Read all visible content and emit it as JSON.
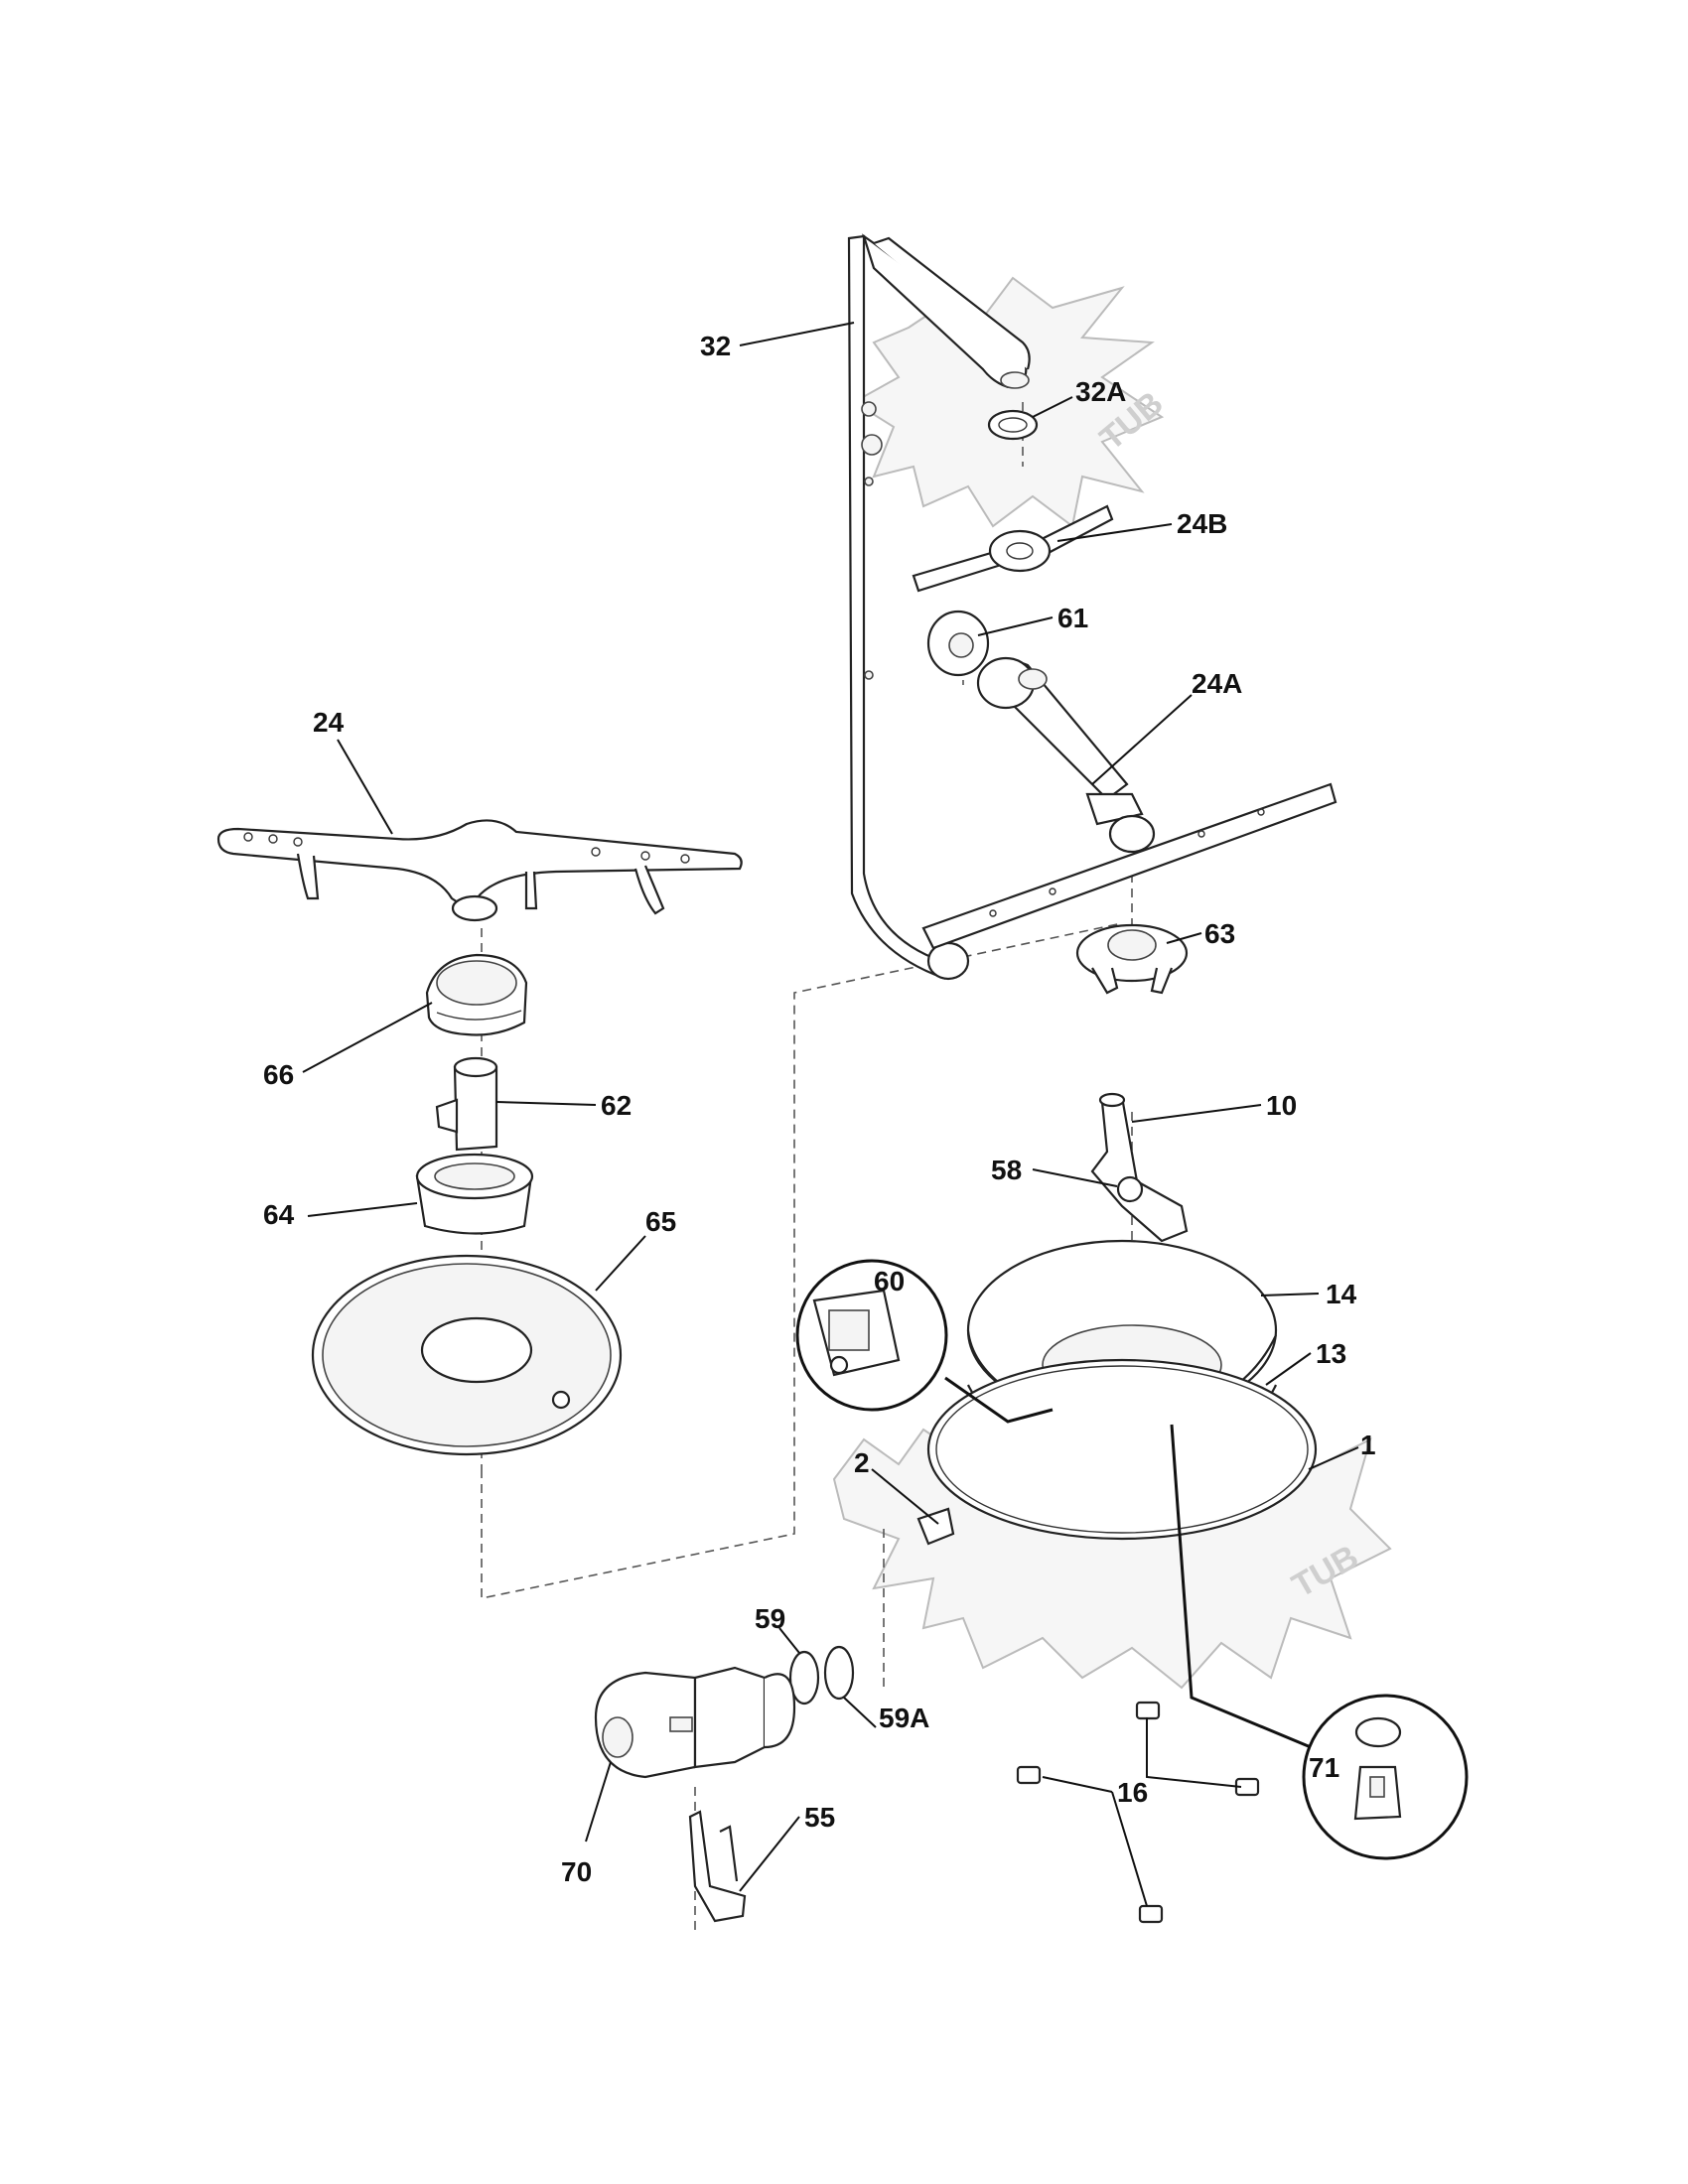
{
  "tub_labels": [
    "TUB",
    "TUB"
  ],
  "callouts": [
    {
      "id": "32",
      "text": "32"
    },
    {
      "id": "32A",
      "text": "32A"
    },
    {
      "id": "24B",
      "text": "24B"
    },
    {
      "id": "61",
      "text": "61"
    },
    {
      "id": "24A",
      "text": "24A"
    },
    {
      "id": "24",
      "text": "24"
    },
    {
      "id": "63",
      "text": "63"
    },
    {
      "id": "66",
      "text": "66"
    },
    {
      "id": "62",
      "text": "62"
    },
    {
      "id": "10",
      "text": "10"
    },
    {
      "id": "58",
      "text": "58"
    },
    {
      "id": "64",
      "text": "64"
    },
    {
      "id": "65",
      "text": "65"
    },
    {
      "id": "60",
      "text": "60"
    },
    {
      "id": "14",
      "text": "14"
    },
    {
      "id": "13",
      "text": "13"
    },
    {
      "id": "1",
      "text": "1"
    },
    {
      "id": "2",
      "text": "2"
    },
    {
      "id": "59",
      "text": "59"
    },
    {
      "id": "59A",
      "text": "59A"
    },
    {
      "id": "55",
      "text": "55"
    },
    {
      "id": "70",
      "text": "70"
    },
    {
      "id": "16",
      "text": "16"
    },
    {
      "id": "71",
      "text": "71"
    }
  ]
}
